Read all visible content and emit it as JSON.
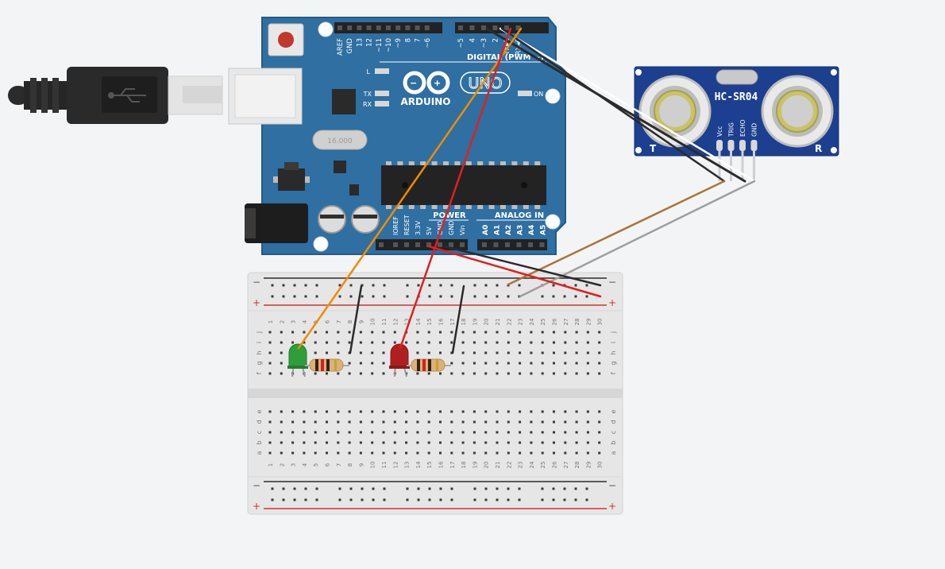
{
  "canvas": {
    "background": "#f3f4f6"
  },
  "arduino": {
    "board_color": "#2f6fa1",
    "brand": "ARDUINO",
    "model": "UNO",
    "digital_header_label": "DIGITAL (PWM ~)",
    "digital_pins": [
      "AREF",
      "GND",
      "13",
      "12",
      "~11",
      "~10",
      "~9",
      "8",
      "7",
      "~6",
      "~5",
      "4",
      "~3",
      "2",
      "TX▸1",
      "RX◂0"
    ],
    "power_header_label": "POWER",
    "power_pins": [
      "IOREF",
      "RESET",
      "3.3V",
      "5V",
      "GND",
      "GND",
      "Vin"
    ],
    "analog_header_label": "ANALOG IN",
    "analog_pins": [
      "A0",
      "A1",
      "A2",
      "A3",
      "A4",
      "A5"
    ],
    "led_labels": [
      "L",
      "TX",
      "RX"
    ],
    "on_label": "ON",
    "crystal_text": "16.000"
  },
  "sensor": {
    "board_color": "#1d3f8f",
    "name": "HC-SR04",
    "pins": [
      "Vcc",
      "TRIG",
      "ECHO",
      "GND"
    ],
    "left_mark": "T",
    "right_mark": "R"
  },
  "breadboard": {
    "rail_minus": "−",
    "rail_plus": "+",
    "column_numbers": [
      "1",
      "2",
      "3",
      "4",
      "5",
      "6",
      "7",
      "8",
      "9",
      "10",
      "11",
      "12",
      "13",
      "14",
      "15",
      "16",
      "17",
      "18",
      "19",
      "20",
      "21",
      "22",
      "23",
      "24",
      "25",
      "26",
      "27",
      "28",
      "29",
      "30"
    ],
    "rows_top": [
      "j",
      "i",
      "h",
      "g",
      "f"
    ],
    "rows_bottom": [
      "e",
      "d",
      "c",
      "b",
      "a"
    ]
  },
  "components": {
    "leds": [
      {
        "color": "green",
        "fill": "#2e9e3a"
      },
      {
        "color": "red",
        "fill": "#b01f1f"
      }
    ],
    "resistor_count": 2
  },
  "wire_colors": {
    "orange": "#f08c00",
    "red": "#e02020",
    "black": "#2b2b2b",
    "brown": "#a8753b",
    "gray": "#9e9e9e",
    "white": "#ffffff"
  }
}
